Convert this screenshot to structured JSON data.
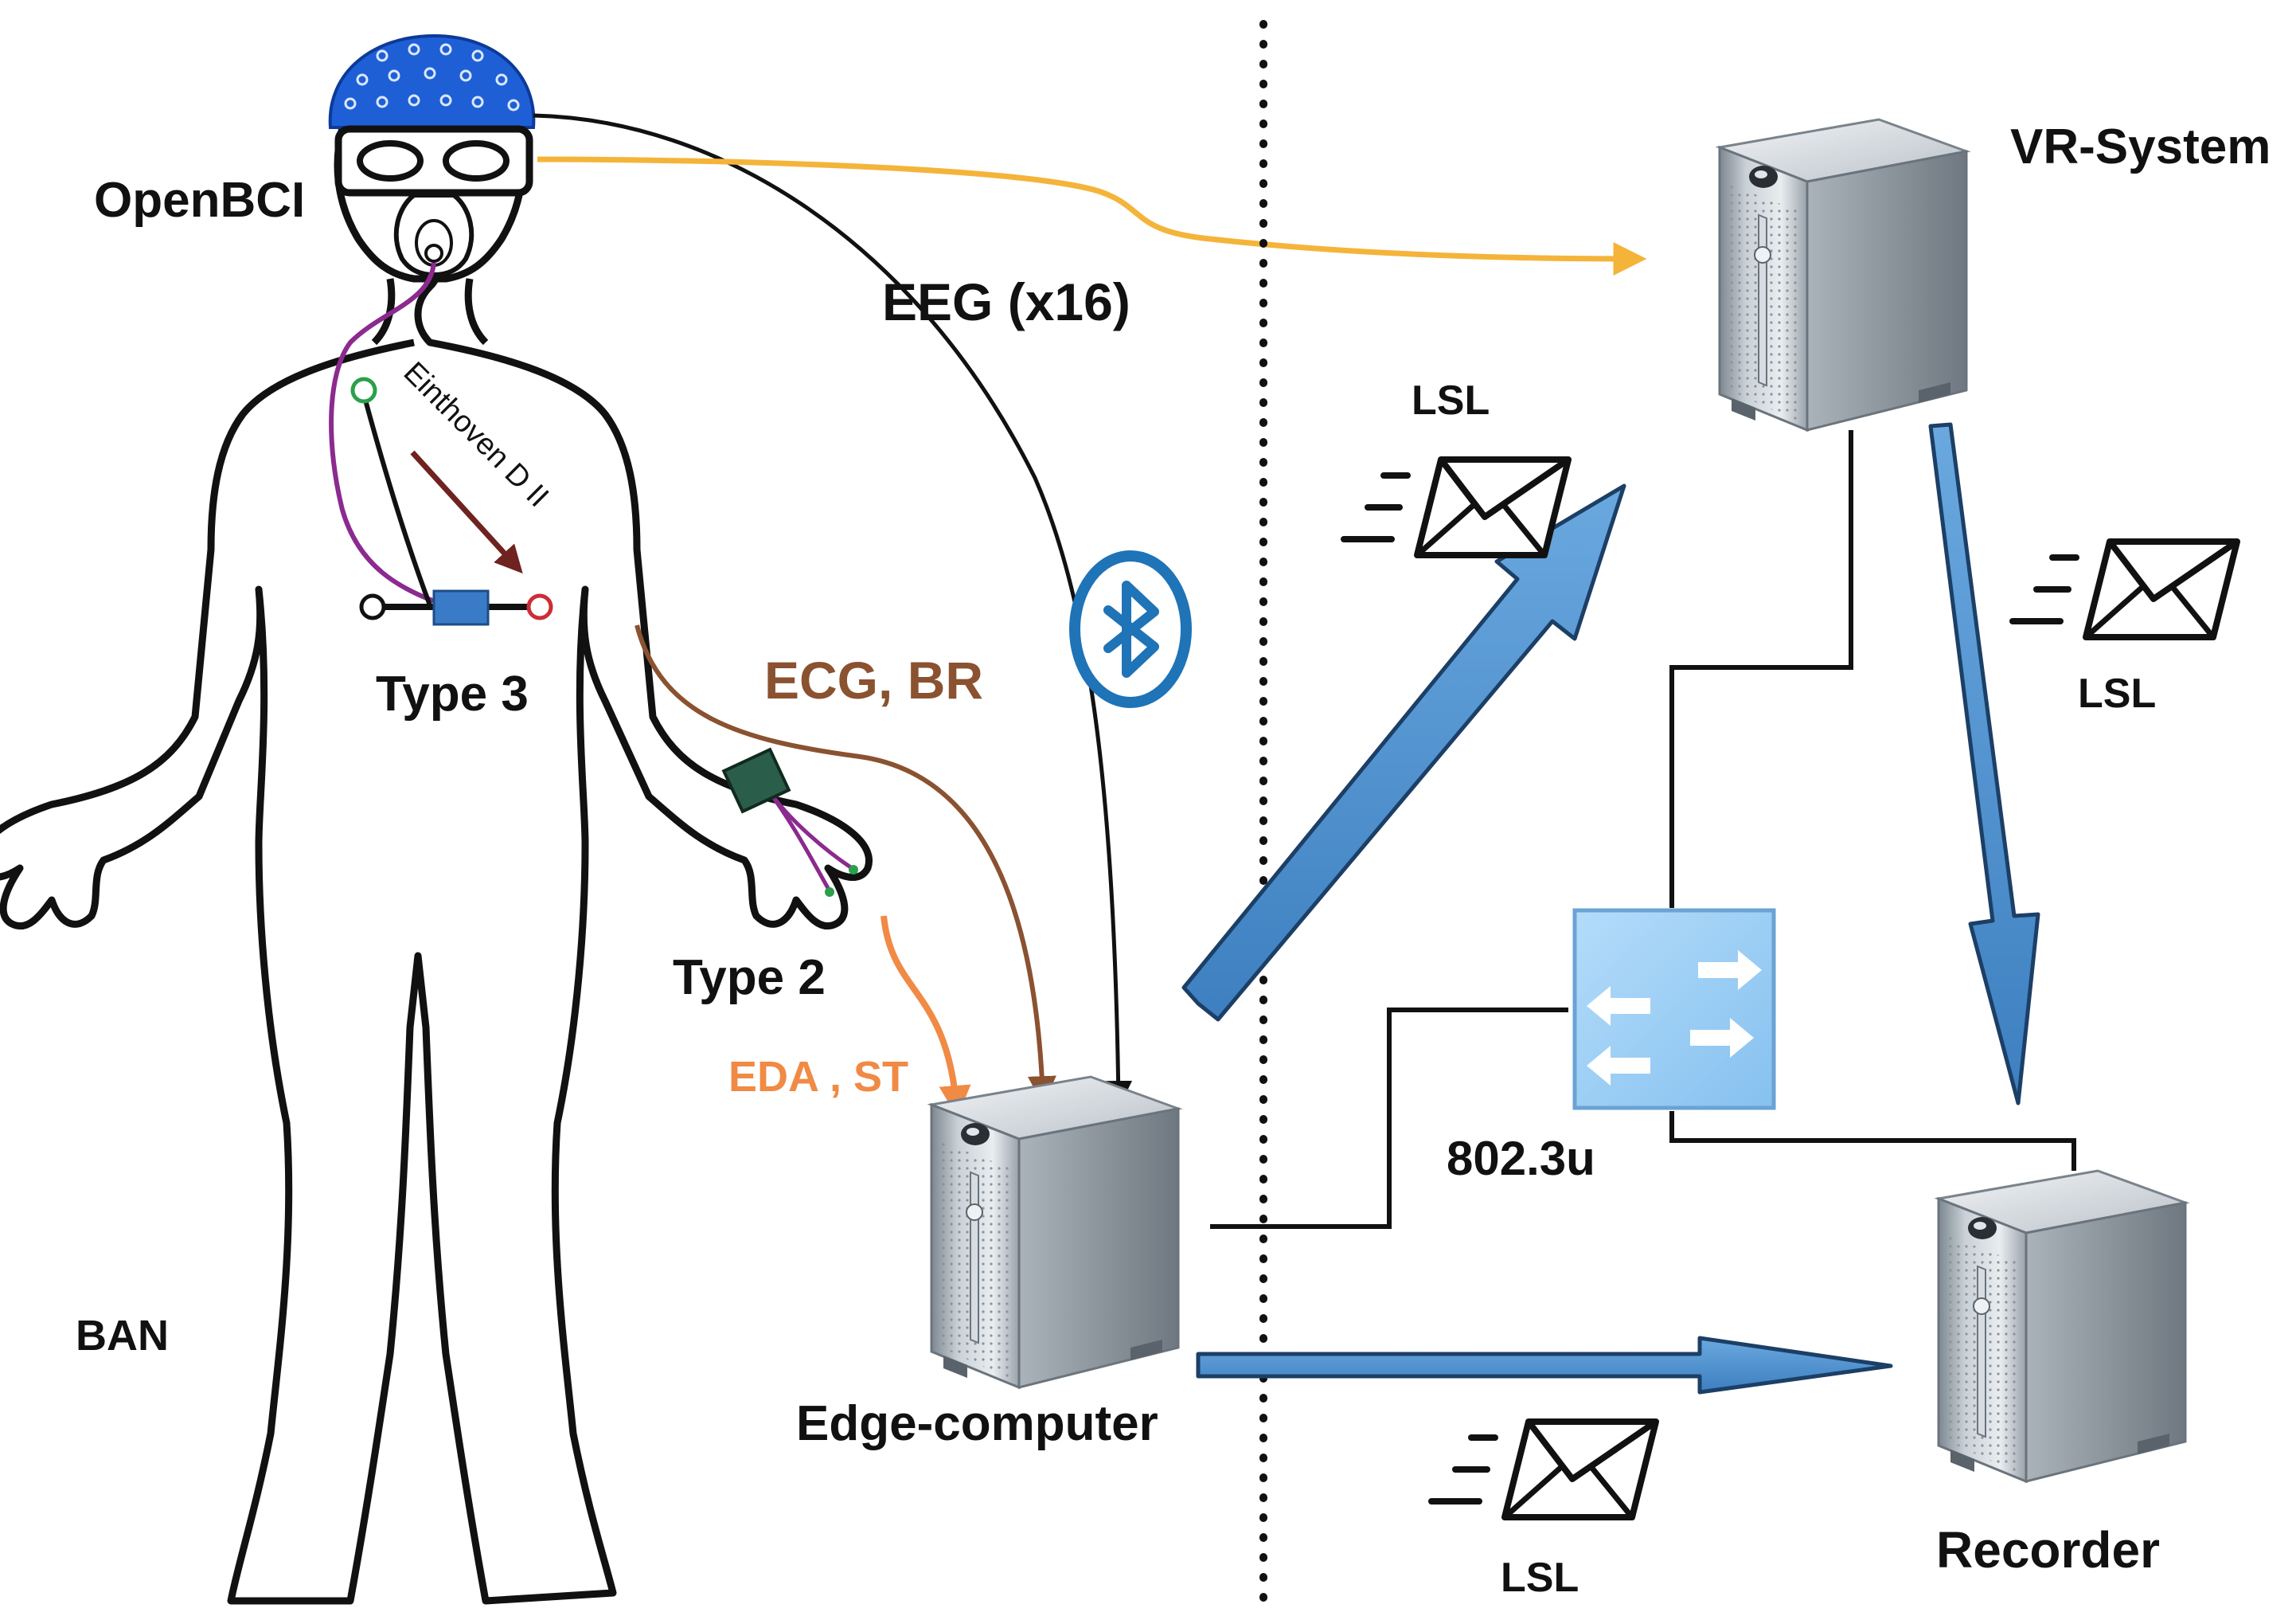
{
  "labels": {
    "openbci": "OpenBCI",
    "eeg": "EEG (x16)",
    "einthoven": "Einthoven D II",
    "type3": "Type 3",
    "ecg_br": "ECG, BR",
    "type2": "Type 2",
    "eda_st": "EDA , ST",
    "ban": "BAN",
    "edge_computer": "Edge-computer",
    "vr_system": "VR-System",
    "recorder": "Recorder",
    "lsl_top": "LSL",
    "lsl_right": "LSL",
    "lsl_bottom": "LSL",
    "switch_standard": "802.3u"
  },
  "colors": {
    "eeg_line": "#111111",
    "vr_link": "#f4b43a",
    "ecg_br": "#8a5230",
    "eda_st": "#f08a45",
    "einthoven_arrow": "#6e2320",
    "lead_wire": "#8b2a8f",
    "lsl_arrow": "#4a8fd0",
    "bluetooth": "#1f73b7",
    "switch_fill": "#9ccdf5",
    "cap": "#1f5fd6",
    "electrode_green": "#2aa04a",
    "electrode_red": "#cc2d36"
  },
  "icons": [
    "bluetooth-icon",
    "envelope-icon",
    "network-switch-icon",
    "server-tower-icon",
    "eeg-cap-icon",
    "breathing-mask-icon"
  ]
}
